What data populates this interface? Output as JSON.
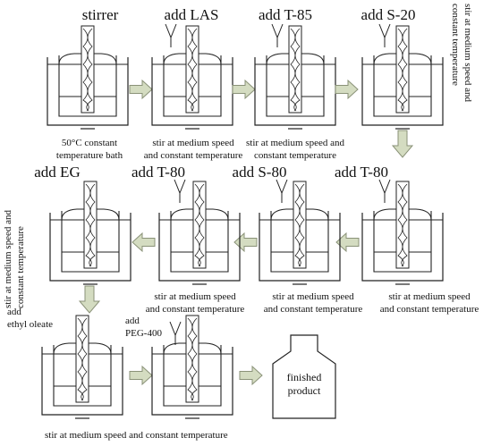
{
  "colors": {
    "line": "#222222",
    "arrow_fill": "#d4dcc1",
    "arrow_stroke": "#8a9278"
  },
  "icons": {
    "vessel": "beaker-in-water-bath-with-stirrer-icon",
    "dropper": "reagent-dropper-icon",
    "flow_arrow": "block-arrow-icon",
    "product": "bottle-icon"
  },
  "steps": {
    "s1": {
      "title": "stirrer",
      "caption": [
        "50°C constant",
        "temperature bath"
      ]
    },
    "s2": {
      "title": "add LAS",
      "caption": [
        "stir at medium speed",
        "and constant temperature"
      ]
    },
    "s3": {
      "title": "add T-85",
      "caption": [
        "stir at medium speed and",
        "constant temperature"
      ]
    },
    "s4": {
      "title": "add S-20",
      "caption": [
        "stir at medium speed and",
        "constant temperature"
      ]
    },
    "s5": {
      "title": "add T-80",
      "caption": [
        "stir at medium speed",
        "and constant temperature"
      ]
    },
    "s6": {
      "title": "add S-80",
      "caption": [
        "stir at medium speed",
        "and constant temperature"
      ]
    },
    "s7": {
      "title": "add T-80",
      "caption": [
        "stir at medium speed",
        "and constant temperature"
      ]
    },
    "s8": {
      "title": "add EG",
      "caption": [
        "stir at medium speed and",
        "constant temperature"
      ]
    },
    "s9": {
      "title": "add",
      "title2": "ethyl oleate"
    },
    "s10": {
      "title": "add",
      "title2": "PEG-400"
    },
    "bottom_caption": "stir at medium speed and constant temperature"
  },
  "product": {
    "label": [
      "finished",
      "product"
    ]
  }
}
